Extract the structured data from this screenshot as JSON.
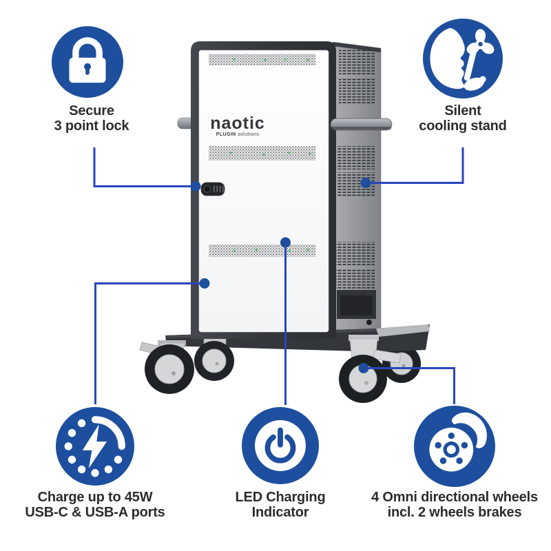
{
  "page": {
    "background": "#ffffff",
    "type": "product-feature-infographic",
    "product": "device charging cart"
  },
  "colors": {
    "accent_blue": "#1d4f9e",
    "callout_line_blue": "#2946bc",
    "text_dark": "#2b2c2e",
    "cart_frame_dark": "#35383d",
    "cart_side_gray": "#95989c",
    "door_white": "#fdfdfe",
    "led_green": "#57b56b"
  },
  "brand": {
    "name": "naotic",
    "tagline_bold": "PLUGIN",
    "tagline_rest": " solutions"
  },
  "features": {
    "lock": {
      "icon": "padlock-icon",
      "line1": "Secure",
      "line2": "3 point lock"
    },
    "silent": {
      "icon": "silent-fan-icon",
      "line1": "Silent",
      "line2": "cooling stand"
    },
    "charge": {
      "icon": "charging-bolt-icon",
      "line1": "Charge up to 45W",
      "line2": "USB-C & USB-A ports"
    },
    "led": {
      "icon": "power-button-icon",
      "line1": "LED Charging",
      "line2": "Indicator"
    },
    "wheels": {
      "icon": "brake-disc-icon",
      "line1": "4 Omni directional wheels",
      "line2": "incl. 2 wheels brakes"
    }
  }
}
